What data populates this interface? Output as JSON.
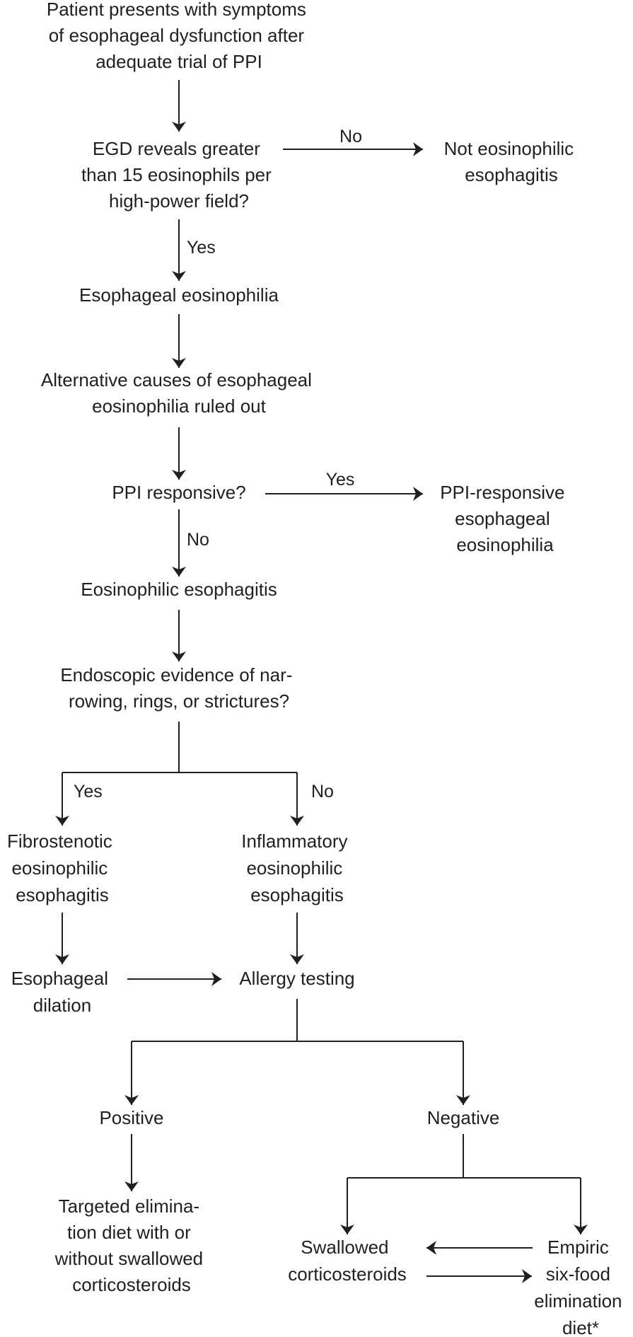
{
  "colors": {
    "ink": "#231f20",
    "background": "#ffffff"
  },
  "nodes": {
    "start": [
      "Patient presents with symptoms",
      "of esophageal dysfunction after",
      "adequate trial of PPI"
    ],
    "egd": [
      "EGD reveals greater",
      "than 15 eosinophils per",
      "high-power field?"
    ],
    "not_eoe": [
      "Not eosinophilic",
      "esophagitis"
    ],
    "esoph_eos": [
      "Esophageal eosinophilia"
    ],
    "alt_causes": [
      "Alternative causes of esophageal",
      "eosinophilia ruled out"
    ],
    "ppi_resp_q": [
      "PPI responsive?"
    ],
    "ppi_resp_eos": [
      "PPI-responsive",
      "esophageal",
      "eosinophilia"
    ],
    "eoe": [
      "Eosinophilic esophagitis"
    ],
    "endo_q": [
      "Endoscopic evidence of nar-",
      "rowing, rings, or strictures?"
    ],
    "fibro": [
      "Fibrostenotic",
      "eosinophilic",
      "esophagitis"
    ],
    "inflam": [
      "Inflammatory",
      "eosinophilic",
      "esophagitis"
    ],
    "dilation": [
      "Esophageal",
      "dilation"
    ],
    "allergy": [
      "Allergy testing"
    ],
    "positive": [
      "Positive"
    ],
    "negative": [
      "Negative"
    ],
    "targeted": [
      "Targeted elimina-",
      "tion diet with or",
      "without swallowed",
      "corticosteroids"
    ],
    "swallowed": [
      "Swallowed",
      "corticosteroids"
    ],
    "empiric": [
      "Empiric",
      "six-food",
      "elimination",
      "diet*"
    ]
  },
  "edge_labels": {
    "egd_no": "No",
    "egd_yes": "Yes",
    "ppi_yes": "Yes",
    "ppi_no": "No",
    "endo_yes": "Yes",
    "endo_no": "No"
  }
}
